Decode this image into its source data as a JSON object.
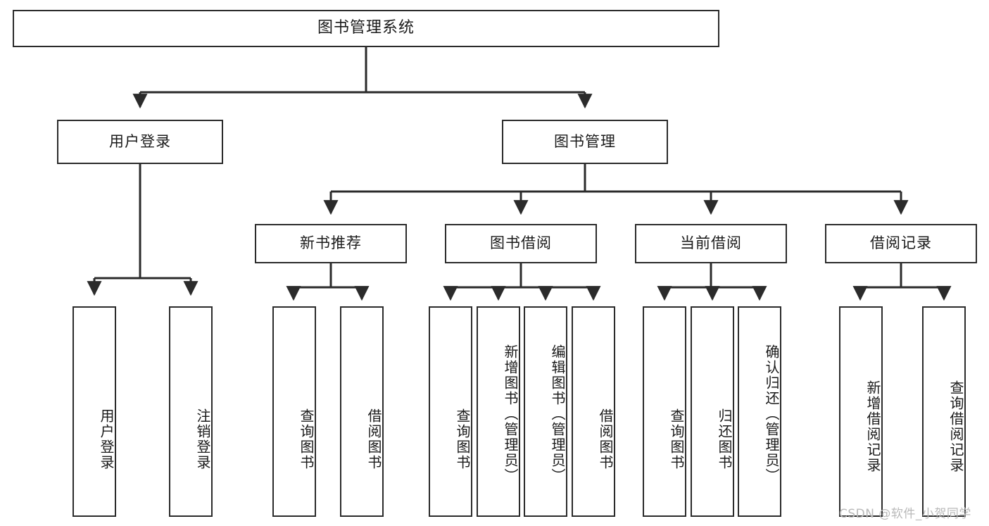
{
  "diagram": {
    "type": "tree",
    "title": "图书管理系统",
    "orientation": "top-down",
    "colors": {
      "box_border": "#2b2b2b",
      "box_fill": "#ffffff",
      "connector": "#2b2b2b",
      "text": "#1a1a1a",
      "watermark": "#b9b9b9",
      "background": "#ffffff"
    },
    "root": {
      "id": "root",
      "label": "图书管理系统"
    },
    "level2": [
      {
        "id": "user-login",
        "label": "用户登录"
      },
      {
        "id": "book-manage",
        "label": "图书管理"
      }
    ],
    "level3": [
      {
        "id": "new-book-recommend",
        "label": "新书推荐",
        "parent": "book-manage"
      },
      {
        "id": "book-borrow",
        "label": "图书借阅",
        "parent": "book-manage"
      },
      {
        "id": "current-borrow",
        "label": "当前借阅",
        "parent": "book-manage"
      },
      {
        "id": "borrow-record",
        "label": "借阅记录",
        "parent": "book-manage"
      }
    ],
    "leaves": [
      {
        "id": "leaf-user-login",
        "label": "用户登录",
        "parent": "user-login"
      },
      {
        "id": "leaf-logout-login",
        "label": "注销登录",
        "parent": "user-login"
      },
      {
        "id": "leaf-query-book-1",
        "label": "查询图书",
        "parent": "new-book-recommend"
      },
      {
        "id": "leaf-borrow-book-1",
        "label": "借阅图书",
        "parent": "new-book-recommend"
      },
      {
        "id": "leaf-query-book-2",
        "label": "查询图书",
        "parent": "book-borrow"
      },
      {
        "id": "leaf-add-book",
        "label": "新增图书（管理员）",
        "parent": "book-borrow"
      },
      {
        "id": "leaf-edit-book",
        "label": "编辑图书（管理员）",
        "parent": "book-borrow"
      },
      {
        "id": "leaf-borrow-book-2",
        "label": "借阅图书",
        "parent": "book-borrow"
      },
      {
        "id": "leaf-query-book-3",
        "label": "查询图书",
        "parent": "current-borrow"
      },
      {
        "id": "leaf-return-book",
        "label": "归还图书",
        "parent": "current-borrow"
      },
      {
        "id": "leaf-confirm-return",
        "label": "确认归还（管理员）",
        "parent": "current-borrow"
      },
      {
        "id": "leaf-add-record",
        "label": "新增借阅记录",
        "parent": "borrow-record"
      },
      {
        "id": "leaf-query-record",
        "label": "查询借阅记录",
        "parent": "borrow-record"
      }
    ]
  },
  "watermark": {
    "text": "CSDN @软件_小贺同学"
  }
}
